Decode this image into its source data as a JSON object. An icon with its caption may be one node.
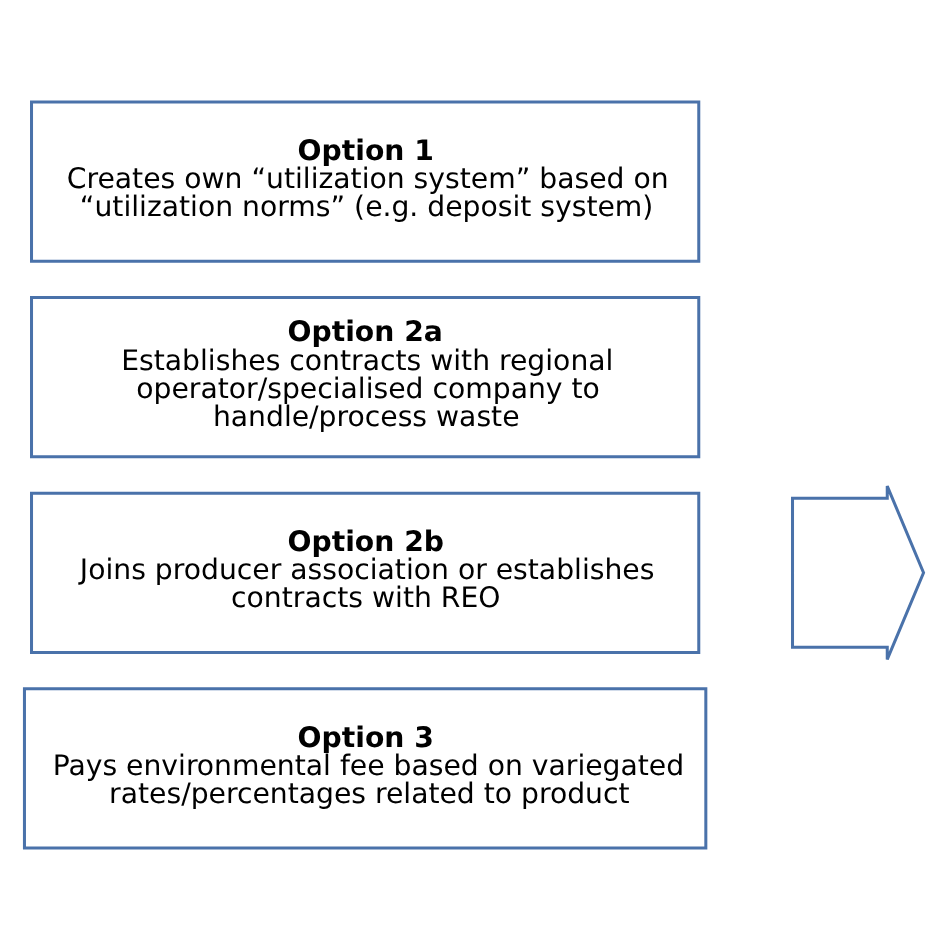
{
  "diagram": {
    "nodes": [
      {
        "text": [
          "Option 1",
          "Creates own “utilization system” based on “utilization norms” (e.g. deposit system)"
        ]
      },
      {
        "text": [
          "Option 2a",
          "Establishes contracts with regional operator/specialised company to handle/process waste"
        ]
      },
      {
        "text": [
          "Option 2b",
          "Joins producer association or establishes contracts with REO"
        ]
      },
      {
        "text": [
          "Option 3",
          "Pays environmental fee based on variegated rates/percentages related to product"
        ]
      },
      {
        "text": [],
        "shape": "arrow"
      }
    ],
    "edges": []
  }
}
